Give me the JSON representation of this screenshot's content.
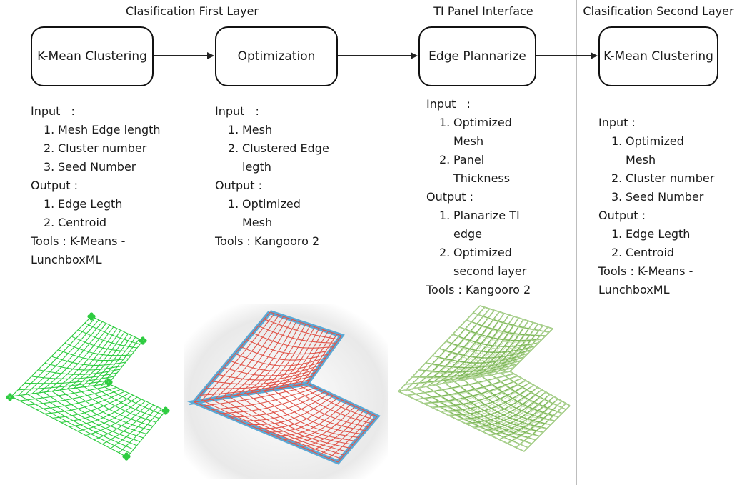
{
  "columns": [
    {
      "section_title": "Clasification First Layer",
      "box_label": "K-Mean Clustering",
      "input_label": "Input",
      "inputs": [
        "Mesh Edge length",
        "Cluster number",
        "Seed Number"
      ],
      "output_label": "Output :",
      "outputs": [
        "Edge Legth",
        "Centroid"
      ],
      "tools_label": "Tools",
      "tools_value": ": K-Means - LunchboxML"
    },
    {
      "section_title": "",
      "box_label": "Optimization",
      "input_label": "Input",
      "inputs": [
        "Mesh",
        "Clustered Edge legth"
      ],
      "output_label": "Output :",
      "outputs": [
        "Optimized Mesh"
      ],
      "tools_label": "Tools",
      "tools_value": ": Kangooro 2"
    },
    {
      "section_title": "TI Panel Interface",
      "box_label": "Edge Plannarize",
      "input_label": "Input",
      "inputs": [
        "Optimized Mesh",
        "Panel Thickness"
      ],
      "output_label": "Output :",
      "outputs": [
        "Planarize TI edge",
        "Optimized second layer"
      ],
      "tools_label": "Tools",
      "tools_value": ": Kangooro 2"
    },
    {
      "section_title": "Clasification Second Layer",
      "box_label": "K-Mean Clustering",
      "input_label": "Input :",
      "inputs": [
        "Optimized Mesh",
        "Cluster number",
        "Seed Number"
      ],
      "output_label": "Output :",
      "outputs": [
        "Edge Legth",
        "Centroid"
      ],
      "tools_label": "Tools",
      "tools_value": ": K-Means - LunchboxML"
    }
  ],
  "colors": {
    "clustered_mesh": "#2ecc40",
    "optimized_mesh_red": "#e0554a",
    "optimized_mesh_blue": "#5aa9d6",
    "planarized_mesh": "#7fb85a"
  },
  "images": [
    "clustered-mesh-render",
    "optimized-mesh-render",
    "planarized-mesh-render"
  ]
}
